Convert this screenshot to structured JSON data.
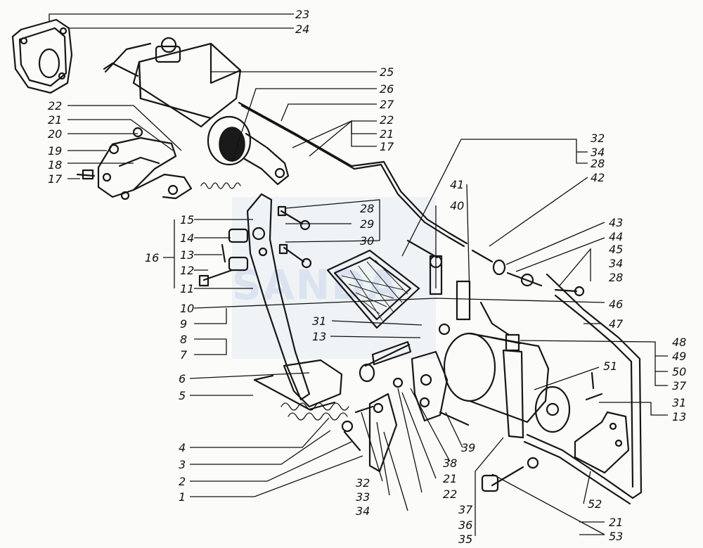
{
  "watermark": {
    "text": "SANDA",
    "color": "#c9d6ea"
  },
  "ink_color": "#161616",
  "labels": {
    "l23": "23",
    "l24": "24",
    "l25": "25",
    "l26": "26",
    "l27": "27",
    "l22a": "22",
    "l21a": "21",
    "l17a": "17",
    "l22b": "22",
    "l21b": "21",
    "l20": "20",
    "l19": "19",
    "l18": "18",
    "l17b": "17",
    "l32a": "32",
    "l34a": "34",
    "l28a": "28",
    "l42": "42",
    "l41": "41",
    "l40": "40",
    "l28b": "28",
    "l29": "29",
    "l30": "30",
    "l15": "15",
    "l14": "14",
    "l13a": "13",
    "l16": "16",
    "l12": "12",
    "l11": "11",
    "l43": "43",
    "l44": "44",
    "l45": "45",
    "l34b": "34",
    "l28c": "28",
    "l10": "10",
    "l46": "46",
    "l31a": "31",
    "l9": "9",
    "l47": "47",
    "l13b": "13",
    "l8": "8",
    "l48": "48",
    "l7": "7",
    "l49": "49",
    "l50": "50",
    "l51": "51",
    "l6": "6",
    "l37a": "37",
    "l5": "5",
    "l31b": "31",
    "l13c": "13",
    "l4": "4",
    "l39": "39",
    "l3": "3",
    "l38": "38",
    "l2": "2",
    "l21c": "21",
    "l32b": "32",
    "l22c": "22",
    "l1": "1",
    "l33": "33",
    "l52": "52",
    "l34c": "34",
    "l37b": "37",
    "l21d": "21",
    "l36": "36",
    "l53": "53",
    "l35": "35"
  }
}
